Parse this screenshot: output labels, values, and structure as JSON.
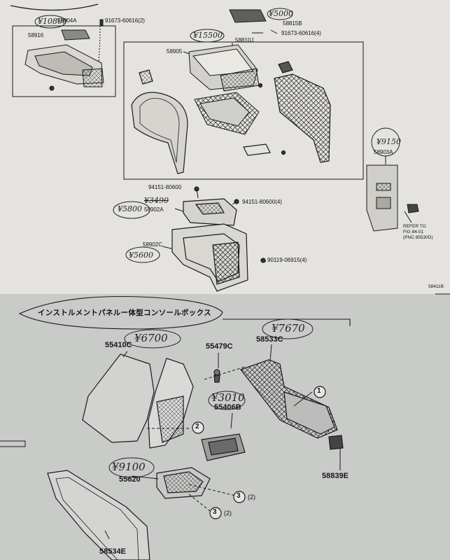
{
  "upper": {
    "parts": {
      "p58804A": "58804A",
      "p91673_2": "91673-60616(2)",
      "p58916": "58916",
      "p58815B": "58815B",
      "p91673_4": "91673-60616(4)",
      "p58810J": "58810J",
      "p58905": "58905",
      "p58903A": "58903A",
      "p94151_a": "94151-80600",
      "p94151_b": "94151-80600(4)",
      "p58902A": "58902A",
      "p58902C": "58902C",
      "p90119": "90119-06915(4)"
    },
    "prices": {
      "p58804A": "¥10800",
      "p58815B": "¥5000",
      "p58810J": "¥15500",
      "p58903A": "¥9150",
      "p58902A_struck": "¥3490",
      "p58902A": "¥5800",
      "p58902C": "¥5600"
    },
    "refer": {
      "line1": "REFER TO",
      "line2": "FIG 84-01",
      "line3": "(PNC 85530D)"
    },
    "corner_text": "58411B"
  },
  "lower": {
    "title": "インストルメントパネルー体型コンソールボックス",
    "parts": {
      "p55410C": "55410C",
      "p55479C": "55479C",
      "p58533C": "58533C",
      "p55406B": "55406B",
      "p55620": "55620",
      "p58839E": "58839E",
      "p58534E": "58534E"
    },
    "prices": {
      "p55410C": "¥6700",
      "p58533C": "¥7670",
      "p55406B": "¥3010",
      "p55620": "¥9100"
    },
    "callouts": {
      "c1": "1",
      "c2": "2",
      "c3a": "3",
      "c3a_qty": "(2)",
      "c3b": "3",
      "c3b_qty": "(2)"
    }
  },
  "colors": {
    "ink": "#1a1a1a",
    "paper_top": "#e4e3df",
    "paper_bottom": "#c9cbc9",
    "shadow": "#8a8a88"
  }
}
